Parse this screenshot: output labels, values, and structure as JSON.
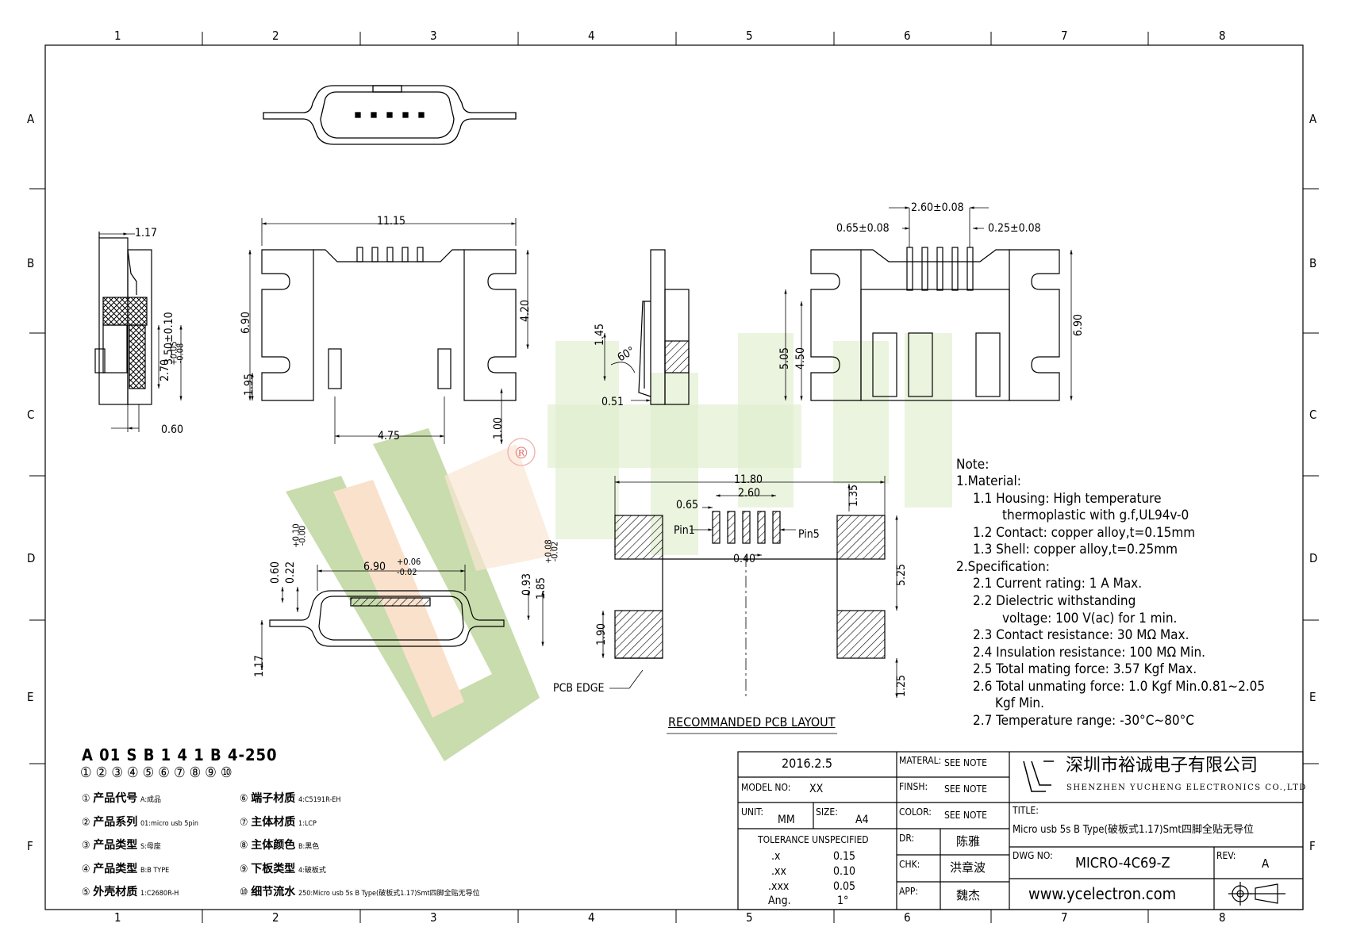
{
  "border": {
    "col_labels": [
      "1",
      "2",
      "3",
      "4",
      "5",
      "6",
      "7",
      "8"
    ],
    "row_labels": [
      "A",
      "B",
      "C",
      "D",
      "E",
      "F"
    ]
  },
  "watermark": {
    "registered_mark": "®",
    "color": "#7fb04a"
  },
  "dimensions": {
    "top_width": "11.15",
    "top_height": "6.90",
    "top_4_20": "4.20",
    "top_1_95": "1.95",
    "top_4_75": "4.75",
    "top_1_00": "1.00",
    "side_1_17": "1.17",
    "side_0_60": "0.60",
    "side_270": "2.70",
    "side_270_tol_up": "+0.05",
    "side_270_tol_dn": "-0.08",
    "side_350": "3.50±0.10",
    "pin_1_45": "1.45",
    "pin_60": "60°",
    "pin_0_51": "0.51",
    "bot_2_60": "2.60±0.08",
    "bot_0_65": "0.65±0.08",
    "bot_0_25": "0.25±0.08",
    "bot_6_90": "6.90",
    "bot_5_05": "5.05",
    "bot_4_50": "4.50",
    "front_6_90": "6.90",
    "front_6_90_up": "+0.06",
    "front_6_90_dn": "-0.02",
    "front_0_60": "0.60",
    "front_0_22": "0.22",
    "front_0_22_up": "+0.10",
    "front_0_22_dn": "-0.00",
    "front_0_93": "0.93",
    "front_1_85": "1.85",
    "front_1_85_up": "+0.08",
    "front_1_85_dn": "-0.02",
    "front_1_17": "1.17",
    "pcb_11_80": "11.80",
    "pcb_2_60": "2.60",
    "pcb_0_65": "0.65",
    "pcb_1_35": "1.35",
    "pcb_0_40": "0.40",
    "pcb_5_25": "5.25",
    "pcb_1_90": "1.90",
    "pcb_1_25": "1.25",
    "pin1": "Pin1",
    "pin5": "Pin5",
    "pcb_edge": "PCB EDGE",
    "pcb_title": "RECOMMANDED PCB LAYOUT"
  },
  "notes": [
    "Note:",
    "1.Material:",
    "1.1  Housing: High temperature",
    "thermoplastic with g.f,UL94v-0",
    "1.2  Contact: copper alloy,t=0.15mm",
    "1.3  Shell: copper alloy,t=0.25mm",
    "2.Specification:",
    "2.1  Current rating: 1 A Max.",
    "2.2  Dielectric withstanding",
    "voltage: 100 V(ac) for 1 min.",
    "2.3  Contact resistance: 30 MΩ Max.",
    "2.4  Insulation resistance: 100 MΩ Min.",
    "2.5  Total mating force: 3.57 Kgf Max.",
    "2.6  Total unmating force: 1.0 Kgf Min.0.81~2.05",
    "Kgf Min.",
    "2.7  Temperature range: -30°C~80°C"
  ],
  "part_code": {
    "code": "A 01 S B 1 4 1 B 4-250",
    "numbers": "① ② ③ ④ ⑤ ⑥ ⑦ ⑧ ⑨ ⑩"
  },
  "legend": [
    {
      "num": "①",
      "label": "产品代号",
      "value": "A:成品"
    },
    {
      "num": "②",
      "label": "产品系列",
      "value": "01:micro usb 5pin"
    },
    {
      "num": "③",
      "label": "产品类型",
      "value": "S:母座"
    },
    {
      "num": "④",
      "label": "产品类型",
      "value": "B:B TYPE"
    },
    {
      "num": "⑤",
      "label": "外壳材质",
      "value": "1:C2680R-H"
    },
    {
      "num": "⑥",
      "label": "端子材质",
      "value": "4:C5191R-EH"
    },
    {
      "num": "⑦",
      "label": "主体材质",
      "value": "1:LCP"
    },
    {
      "num": "⑧",
      "label": "主体颜色",
      "value": "B:黑色"
    },
    {
      "num": "⑨",
      "label": "下板类型",
      "value": "4:破板式"
    },
    {
      "num": "⑩",
      "label": "细节流水",
      "value": "250:Micro usb 5s B Type(破板式1.17)Smt四脚全贴无导位"
    }
  ],
  "title_block": {
    "date": "2016.2.5",
    "model_label": "MODEL NO:",
    "model_value": "XX",
    "unit_label": "UNIT:",
    "unit_value": "MM",
    "size_label": "SIZE:",
    "size_value": "A4",
    "tolerance_header": "TOLERANCE  UNSPECIFIED",
    "tolerances": [
      {
        "k": ".x",
        "v": "0.15"
      },
      {
        "k": ".xx",
        "v": "0.10"
      },
      {
        "k": ".xxx",
        "v": "0.05"
      },
      {
        "k": "Ang.",
        "v": "1°"
      }
    ],
    "material_label": "MATERAL:",
    "material_value": "SEE NOTE",
    "finish_label": "FINSH:",
    "finish_value": "SEE NOTE",
    "color_label": "COLOR:",
    "color_value": "SEE NOTE",
    "dr_label": "DR:",
    "dr_value": "陈雅",
    "chk_label": "CHK:",
    "chk_value": "洪章波",
    "app_label": "APP:",
    "app_value": "魏杰",
    "company_cn": "深圳市裕诚电子有限公司",
    "company_en": "SHENZHEN YUCHENG ELECTRONICS CO.,LTD",
    "title_label": "TITLE:",
    "title_value": "Micro usb 5s B Type(破板式1.17)Smt四脚全贴无导位",
    "dwg_label": "DWG NO:",
    "dwg_value": "MICRO-4C69-Z",
    "rev_label": "REV:",
    "rev_value": "A",
    "website": "www.ycelectron.com"
  }
}
